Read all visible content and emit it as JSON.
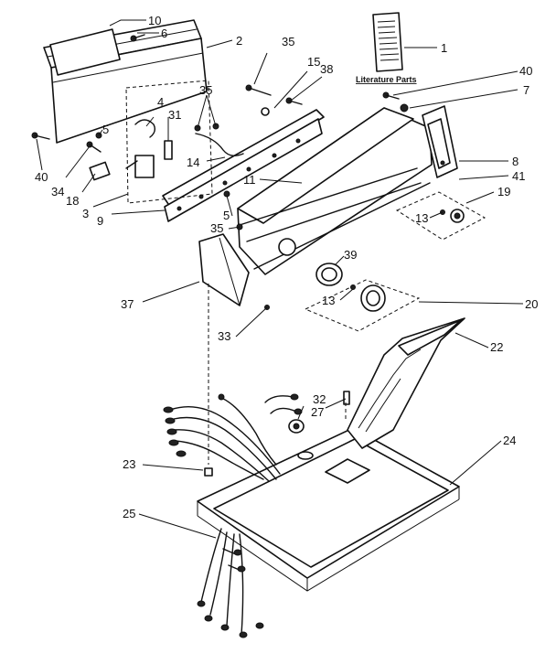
{
  "diagram": {
    "literature_label": "Literature Parts",
    "callouts": {
      "c1": "1",
      "c2": "2",
      "c3": "3",
      "c4": "4",
      "c5a": "5",
      "c5b": "5",
      "c6": "6",
      "c7": "7",
      "c8": "8",
      "c9": "9",
      "c10": "10",
      "c11": "11",
      "c13a": "13",
      "c13b": "13",
      "c14": "14",
      "c15": "15",
      "c18": "18",
      "c19": "19",
      "c20": "20",
      "c22": "22",
      "c23": "23",
      "c24": "24",
      "c25": "25",
      "c27": "27",
      "c31": "31",
      "c32": "32",
      "c33": "33",
      "c34": "34",
      "c35a": "35",
      "c35b": "35",
      "c35c": "35",
      "c37": "37",
      "c38": "38",
      "c39": "39",
      "c40a": "40",
      "c40b": "40",
      "c41": "41"
    }
  }
}
